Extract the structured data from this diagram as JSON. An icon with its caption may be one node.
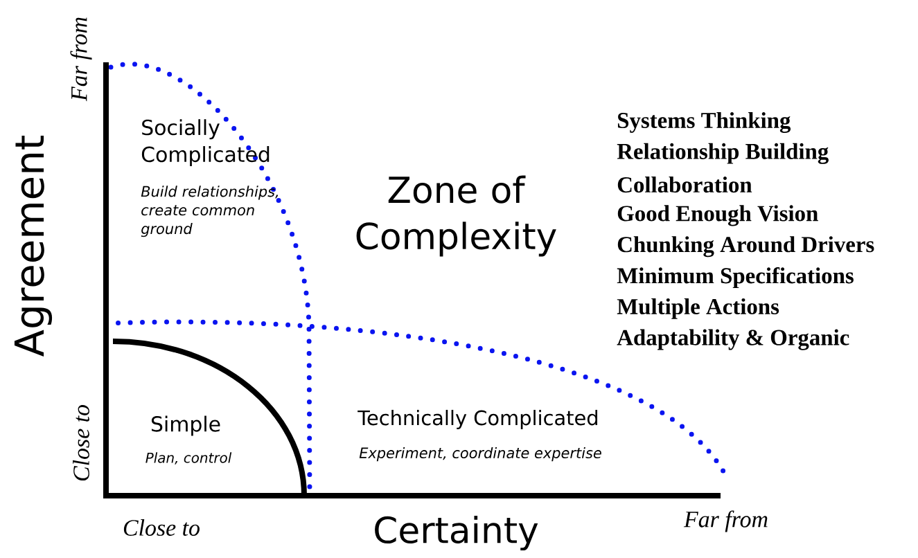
{
  "diagram": {
    "labels": [
      "Far from",
      "Agreement",
      "Socially Complicated",
      "Build relationships, create common ground",
      "Zone of Complexity",
      "Systems Thinking",
      "Relationship Building",
      "Collaboration",
      "Good Enough Vision",
      "Chunking Around Drivers",
      "Minimum Specifications",
      "Multiple Actions",
      "Adaptability & Organic",
      "Close to",
      "Simple",
      "Plan, control",
      "Technically Complicated",
      "Experiment, coordinate expertise",
      "Close to",
      "Certainty",
      "Far from"
    ]
  }
}
